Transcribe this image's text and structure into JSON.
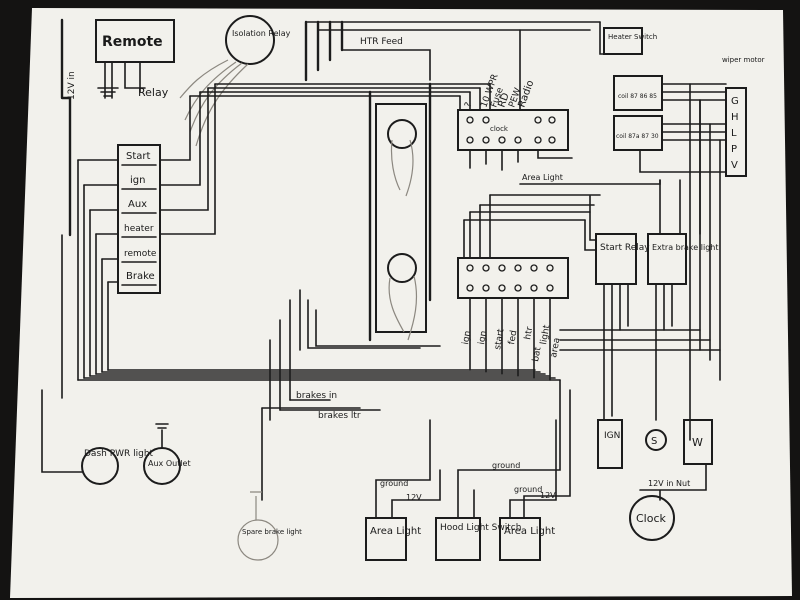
{
  "labels": {
    "remote": "Remote",
    "isolation_relay": "Isolation Relay",
    "twelve_v_in": "12V in",
    "relay": "Relay",
    "start": "Start",
    "ign": "ign",
    "aux": "Aux",
    "heater": "heater",
    "remote_small": "remote",
    "brake": "Brake",
    "htr_feed": "HTR Feed",
    "heater_switch": "Heater Switch",
    "wiper_motor": "wiper motor",
    "wiper_pins": [
      "G",
      "H",
      "L",
      "P",
      "V"
    ],
    "top_conn_cols": [
      "?",
      "10 WPR",
      "Fuse",
      "RD",
      "PEW",
      "Radio"
    ],
    "clock_small": "clock",
    "area_light_top": "Area Light",
    "start_relay": "Start Relay",
    "extra_brake_light": "Extra brake light",
    "mid_conn_cols": [
      "ign",
      "ign",
      "start",
      "fed",
      "htr",
      "light"
    ],
    "bat": "bat",
    "area": "area",
    "brakes_in": "brakes in",
    "brakes_ltr": "brakes ltr",
    "ground_1": "ground",
    "ground_2": "ground",
    "ground_3": "ground",
    "twelve_v_1": "12V",
    "twelve_v_2": "12V",
    "twelve_v_in_nut": "12V in Nut",
    "dash_pwr_light": "Dash PWR light",
    "aux_outlet": "Aux Outlet",
    "spare_brake_light": "Spare brake light",
    "area_light_left": "Area Light",
    "hood_light_switch": "Hood Light Switch",
    "area_light_right": "Area Light",
    "clock_big": "Clock",
    "ign_box": "IGN",
    "s_circle": "S",
    "w_box": "W",
    "relay_small_a": "coil 87 86 85",
    "relay_small_b": "coil 87a 87 30"
  },
  "colors": {
    "ink": "#1c1c1c",
    "paper": "#f2f1ec",
    "background": "#141312"
  }
}
